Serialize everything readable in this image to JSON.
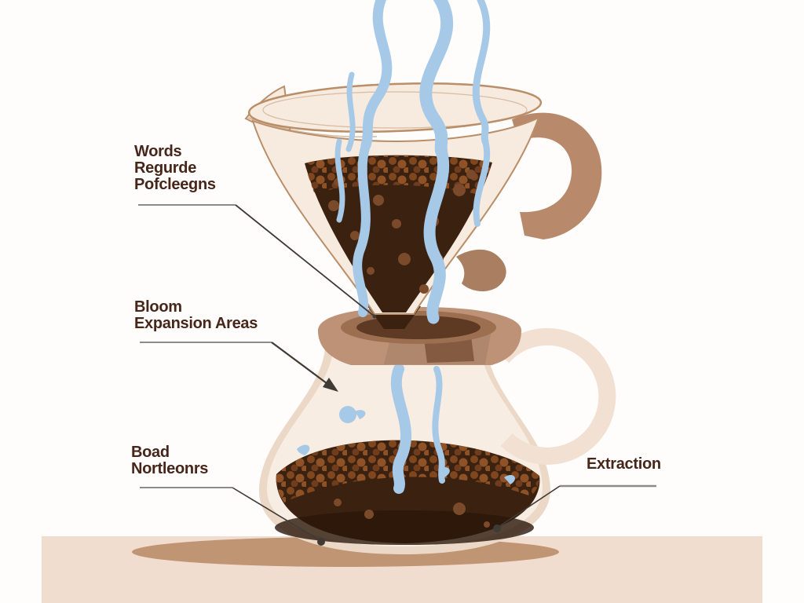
{
  "labels": {
    "grounds": {
      "line1": "Words",
      "line2": "Regurde",
      "line3": "Pofcleegns"
    },
    "bloom": {
      "line1": "Bloom",
      "line2": "Expansion Areas"
    },
    "bed": {
      "line1": "Boad",
      "line2": "Nortleonrs"
    },
    "extraction": {
      "line1": "Extraction"
    }
  },
  "colors": {
    "background": "#fefdfc",
    "text": "#47261a",
    "leader_gray": "#8b8b8b",
    "leader_dark": "#403a34",
    "steam": "#a7c9e8",
    "glass_fill": "#f7eadf",
    "glass_outline": "#b98e68",
    "coffee_dark": "#3b2110",
    "coffee_darker": "#2a1609",
    "pebble_1": "#80461e",
    "pebble_2": "#8f5226",
    "pebble_3": "#6f3d1d",
    "grounds_dot": "#7b4a2a",
    "collar": "#bd9276",
    "collar_top": "#9b6f50",
    "collar_hole": "#5e3a24",
    "collar_patch": "#7c5238",
    "handle": "#b88a6b",
    "knob": "#aa7e61",
    "carafe_outline": "#ecd8c6",
    "carafe_inner": "#f8ede3",
    "carafe_handle": "#f2e1d2",
    "handle_connector": "#ab7c5e",
    "table": "#f0ddd0",
    "shadow": "#c09573"
  }
}
